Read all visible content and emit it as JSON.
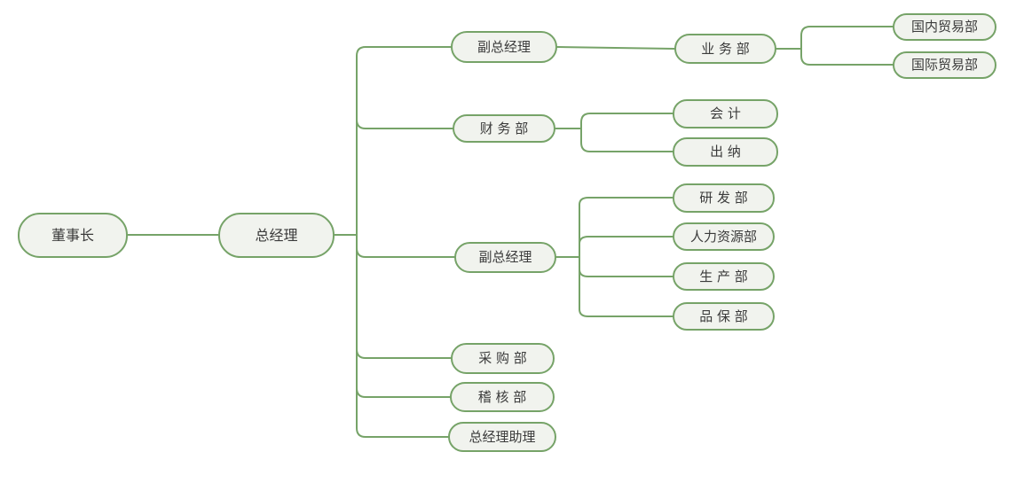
{
  "diagram": {
    "type": "org-chart-mindmap",
    "colors": {
      "border": "#76a368",
      "fill": "#f1f3ee",
      "text": "#3b3b3b",
      "line": "#76a368",
      "background": "#ffffff"
    },
    "nodes": [
      {
        "id": "chairman",
        "label": "董事长",
        "level": 0
      },
      {
        "id": "general-manager",
        "label": "总经理",
        "level": 1
      },
      {
        "id": "deputy-gm-1",
        "label": "副总经理",
        "level": 2
      },
      {
        "id": "business-dept",
        "label": "业 务 部",
        "level": 3
      },
      {
        "id": "domestic-trade-dept",
        "label": "国内贸易部",
        "level": 4
      },
      {
        "id": "international-trade-dept",
        "label": "国际贸易部",
        "level": 4
      },
      {
        "id": "finance-dept",
        "label": "财 务 部",
        "level": 2
      },
      {
        "id": "accounting",
        "label": "会 计",
        "level": 3
      },
      {
        "id": "cashier",
        "label": "出 纳",
        "level": 3
      },
      {
        "id": "deputy-gm-2",
        "label": "副总经理",
        "level": 2
      },
      {
        "id": "rd-dept",
        "label": "研 发 部",
        "level": 3
      },
      {
        "id": "hr-dept",
        "label": "人力资源部",
        "level": 3
      },
      {
        "id": "production-dept",
        "label": "生 产 部",
        "level": 3
      },
      {
        "id": "qa-dept",
        "label": "品 保 部",
        "level": 3
      },
      {
        "id": "purchasing-dept",
        "label": "采 购 部",
        "level": 2
      },
      {
        "id": "audit-dept",
        "label": "稽 核 部",
        "level": 2
      },
      {
        "id": "gm-assistant",
        "label": "总经理助理",
        "level": 2
      }
    ],
    "edges": [
      [
        "chairman",
        "general-manager"
      ],
      [
        "general-manager",
        "deputy-gm-1"
      ],
      [
        "general-manager",
        "finance-dept"
      ],
      [
        "general-manager",
        "deputy-gm-2"
      ],
      [
        "general-manager",
        "purchasing-dept"
      ],
      [
        "general-manager",
        "audit-dept"
      ],
      [
        "general-manager",
        "gm-assistant"
      ],
      [
        "deputy-gm-1",
        "business-dept"
      ],
      [
        "business-dept",
        "domestic-trade-dept"
      ],
      [
        "business-dept",
        "international-trade-dept"
      ],
      [
        "finance-dept",
        "accounting"
      ],
      [
        "finance-dept",
        "cashier"
      ],
      [
        "deputy-gm-2",
        "rd-dept"
      ],
      [
        "deputy-gm-2",
        "hr-dept"
      ],
      [
        "deputy-gm-2",
        "production-dept"
      ],
      [
        "deputy-gm-2",
        "qa-dept"
      ]
    ]
  }
}
